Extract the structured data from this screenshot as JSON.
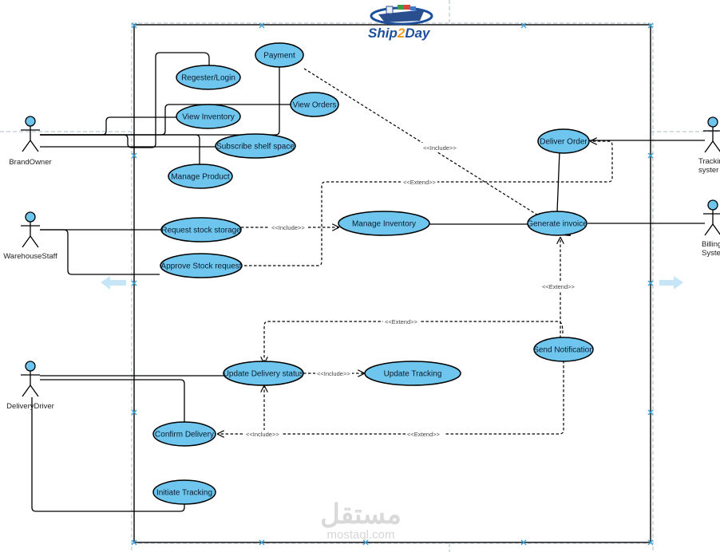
{
  "logo": {
    "brand_left": "Ship",
    "brand_digit": "2",
    "brand_right": "Day"
  },
  "colors": {
    "usecase_fill": "#6ec6ee",
    "actor_head": "#6ec6ee",
    "line": "#000000",
    "guide": "#a9bcc9",
    "marker": "#3aa0d8",
    "nav_arrow": "#c6e6f8",
    "brand_blue": "#1d4f9c",
    "brand_orange": "#f29a1f"
  },
  "actors": [
    {
      "id": "brand-owner",
      "label": [
        "BrandOwner"
      ]
    },
    {
      "id": "warehouse-staff",
      "label": [
        "WarehouseStaff"
      ]
    },
    {
      "id": "delivery-driver",
      "label": [
        "DeliveryDriver"
      ]
    },
    {
      "id": "tracking-system",
      "label": [
        "Trackin",
        "syster"
      ]
    },
    {
      "id": "billing-system",
      "label": [
        "Billing",
        "Systen"
      ]
    }
  ],
  "use_cases": [
    {
      "id": "payment",
      "label": "Payment"
    },
    {
      "id": "register-login",
      "label": "Regester/Login"
    },
    {
      "id": "view-orders",
      "label": "View Orders"
    },
    {
      "id": "view-inventory",
      "label": "View Inventory"
    },
    {
      "id": "subscribe-shelf-space",
      "label": "Subscribe shelf space"
    },
    {
      "id": "manage-product",
      "label": "Manage Product"
    },
    {
      "id": "deliver-order",
      "label": "Deliver Order"
    },
    {
      "id": "request-stock-storage",
      "label": "Request stock storage"
    },
    {
      "id": "manage-inventory",
      "label": "Manage Inventory"
    },
    {
      "id": "generate-invoice",
      "label": "Generate invoice"
    },
    {
      "id": "approve-stock-request",
      "label": "Approve Stock request"
    },
    {
      "id": "send-notification",
      "label": "Send Notification"
    },
    {
      "id": "update-delivery-status",
      "label": "Update Delivery status"
    },
    {
      "id": "update-tracking",
      "label": "Update Tracking"
    },
    {
      "id": "confirm-delivery",
      "label": "Confirm Delivery"
    },
    {
      "id": "initiate-tracking",
      "label": "Initiate Tracking"
    }
  ],
  "relations": [
    {
      "id": "payment-includes-invoice",
      "label": "<<Include>>"
    },
    {
      "id": "approve-extends-deliver",
      "label": "<<Extend>>"
    },
    {
      "id": "request-includes-manage-inventory",
      "label": "<<Include>>"
    },
    {
      "id": "notification-extends-invoice",
      "label": "<<Extend>>"
    },
    {
      "id": "notification-extends-update-status",
      "label": "<<Extend>>"
    },
    {
      "id": "update-status-includes-tracking",
      "label": "<<Include>>"
    },
    {
      "id": "confirm-includes-update-status",
      "label": "<<Include>>"
    },
    {
      "id": "notification-extends-confirm",
      "label": "<<Extend>>"
    }
  ],
  "watermark": {
    "arabic": "مستقل",
    "latin": "mostaql.com"
  }
}
